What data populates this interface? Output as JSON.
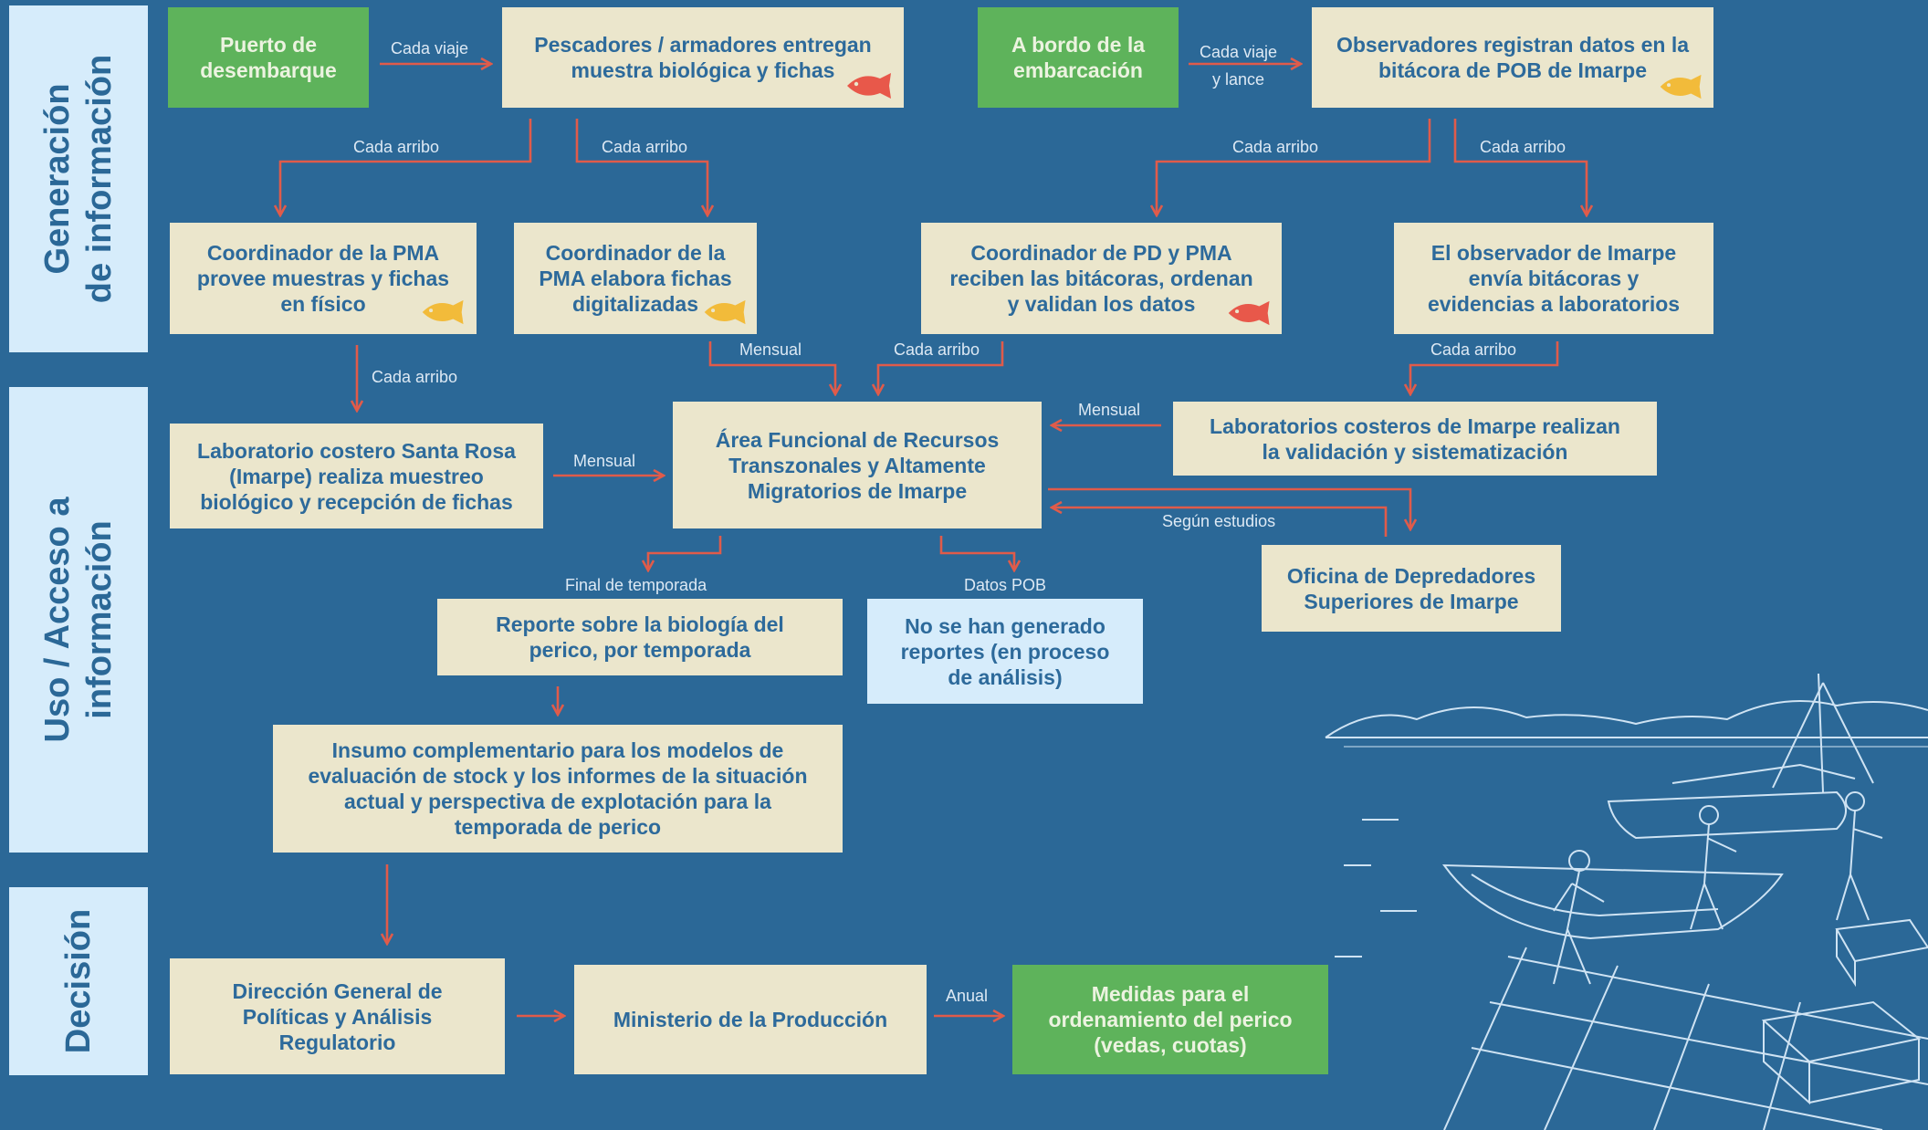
{
  "lanes": {
    "generacion": "Generación\nde información",
    "uso": "Uso / Acceso a\ninformación",
    "decision": "Decisión"
  },
  "boxes": {
    "puerto": "Puerto de\ndesembarque",
    "pescadores": "Pescadores / armadores entregan\nmuestra biológica y fichas",
    "bordo": "A bordo de la\nembarcación",
    "observadores": "Observadores registran datos en la\nbitácora de POB de Imarpe",
    "coord_pma_fisico": "Coordinador de la PMA\nprovee muestras y fichas\nen físico",
    "coord_pma_digital": "Coordinador de la\nPMA elabora fichas\ndigitalizadas",
    "coord_pd_pma": "Coordinador de PD y PMA\nreciben las bitácoras, ordenan\ny validan los datos",
    "observador_envia": "El observador de Imarpe\nenvía bitácoras y\nevidencias a laboratorios",
    "lab_santa_rosa": "Laboratorio costero Santa Rosa\n(Imarpe) realiza muestreo\nbiológico y recepción de fichas",
    "area_funcional": "Área Funcional de Recursos\nTranszonales y Altamente\nMigratorios de Imarpe",
    "labs_costeros": "Laboratorios costeros de Imarpe realizan\nla validación y sistematización",
    "oficina_depredadores": "Oficina de Depredadores\nSuperiores de Imarpe",
    "reporte_biologia": "Reporte sobre la biología del\nperico, por temporada",
    "no_reportes": "No se han generado\nreportes (en proceso\nde análisis)",
    "insumo": "Insumo complementario para los modelos de\nevaluación de stock y los informes de la situación\nactual y perspectiva de explotación para la\ntemporada de perico",
    "direccion": "Dirección General de\nPolíticas y Análisis\nRegulatorio",
    "ministerio": "Ministerio de la Producción",
    "medidas": "Medidas para el\nordenamiento del perico\n(vedas, cuotas)"
  },
  "edge_labels": {
    "cada_viaje": "Cada viaje",
    "cada_viaje_lance": "Cada viaje\ny lance",
    "cada_arribo_1": "Cada arribo",
    "cada_arribo_2": "Cada arribo",
    "cada_arribo_3": "Cada arribo",
    "cada_arribo_4": "Cada arribo",
    "cada_arribo_5": "Cada arribo",
    "cada_arribo_6": "Cada arribo",
    "cada_arribo_7": "Cada arribo",
    "mensual_1": "Mensual",
    "mensual_2": "Mensual",
    "mensual_3": "Mensual",
    "segun_estudios": "Según estudios",
    "final_temporada": "Final de temporada",
    "datos_pob": "Datos POB",
    "anual": "Anual"
  },
  "icons": {
    "fish_red": "fish-icon",
    "fish_yellow": "fish-icon",
    "illustration": "fishing-harbor-illustration"
  },
  "colors": {
    "background": "#2b6897",
    "arrow": "#e05b4a",
    "cream": "#ebe6cc",
    "green": "#5eb35b",
    "light_blue": "#d6ecfb",
    "fish_red": "#e8584a",
    "fish_yellow": "#f2bb3a"
  }
}
